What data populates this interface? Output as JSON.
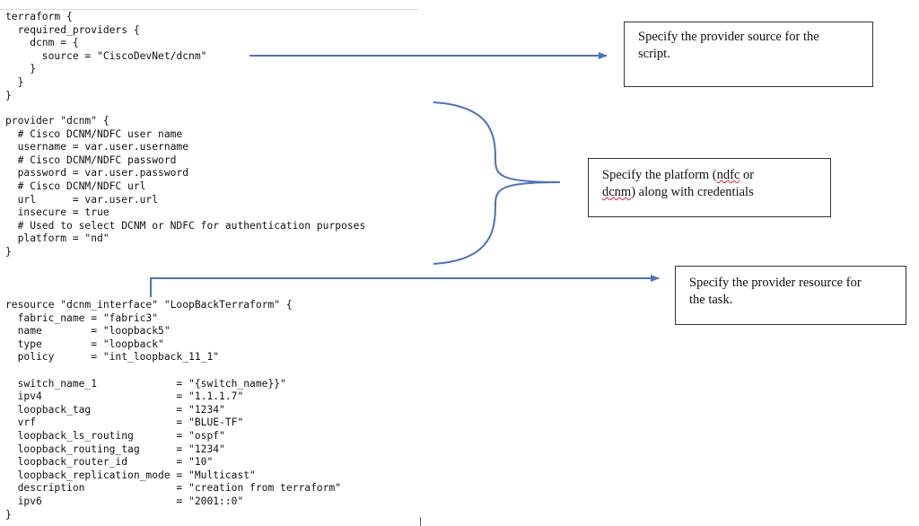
{
  "code_sections": {
    "terraform_block": [
      "terraform {",
      "  required_providers {",
      "    dcnm = {",
      "      source = \"CiscoDevNet/dcnm\"",
      "    }",
      "  }",
      "}"
    ],
    "provider_block": [
      "provider \"dcnm\" {",
      "  # Cisco DCNM/NDFC user name",
      "  username = var.user.username",
      "  # Cisco DCNM/NDFC password",
      "  password = var.user.password",
      "  # Cisco DCNM/NDFC url",
      "  url      = var.user.url",
      "  insecure = true",
      "  # Used to select DCNM or NDFC for authentication purposes",
      "  platform = \"nd\"",
      "}"
    ],
    "resource_block": [
      "resource \"dcnm_interface\" \"LoopBackTerraform\" {",
      "  fabric_name = \"fabric3\"",
      "  name        = \"loopback5\"",
      "  type        = \"loopback\"",
      "  policy      = \"int_loopback_11_1\"",
      "",
      "  switch_name_1             = \"{switch_name}}\"",
      "  ipv4                      = \"1.1.1.7\"",
      "  loopback_tag              = \"1234\"",
      "  vrf                       = \"BLUE-TF\"",
      "  loopback_ls_routing       = \"ospf\"",
      "  loopback_routing_tag      = \"1234\"",
      "  loopback_router_id        = \"10\"",
      "  loopback_replication_mode = \"Multicast\"",
      "  description               = \"creation from terraform\"",
      "  ipv6                      = \"2001::0\"",
      "}"
    ]
  },
  "callouts": {
    "source": {
      "line1": "Specify the provider source for the",
      "line2": "script."
    },
    "platform": {
      "line1_a": "Specify the platform (",
      "line1_b": "ndfc",
      "line1_c": " or",
      "line2_a": "dcnm",
      "line2_b": ") along with credentials"
    },
    "resource": {
      "line1": "Specify the provider resource for",
      "line2": "the task."
    }
  },
  "colors": {
    "arrow": "#4a72c4",
    "border": "#333333",
    "squiggle": "#dd2233"
  }
}
